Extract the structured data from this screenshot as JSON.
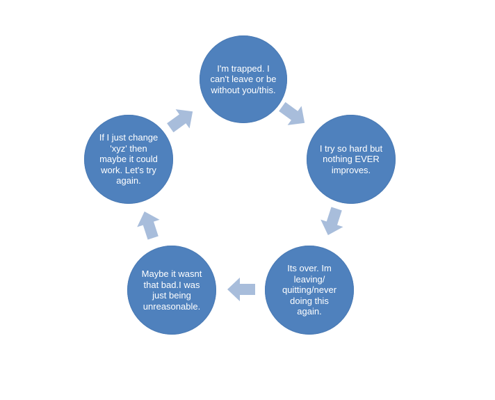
{
  "colors": {
    "node_fill": "#4f81bd",
    "arrow_fill": "#a8bddb",
    "node_text": "#ffffff",
    "background": "#ffffff"
  },
  "cycle": {
    "nodes": [
      {
        "text": "I'm trapped. I can't leave or be without you/this."
      },
      {
        "text": "I try so hard but nothing EVER improves."
      },
      {
        "text": "Its over. Im leaving/ quitting/never doing this again."
      },
      {
        "text": "Maybe it wasnt that bad.I  was just being unreasonable."
      },
      {
        "text": "If I  just change 'xyz' then maybe it could work. Let's try again."
      }
    ]
  }
}
